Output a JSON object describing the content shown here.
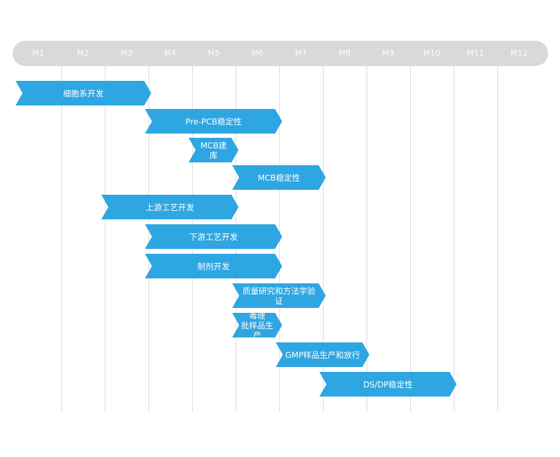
{
  "timeline": {
    "months": [
      "M1",
      "M2",
      "M3",
      "M4",
      "M5",
      "M6",
      "M7",
      "M8",
      "M9",
      "M10",
      "M11",
      "M12"
    ]
  },
  "tasks": [
    {
      "label": "细胞系开发",
      "start": 0,
      "end": 3
    },
    {
      "label": "Pre-PCB稳定性",
      "start": 3,
      "end": 6
    },
    {
      "label": "MCB建库",
      "start": 4,
      "end": 5
    },
    {
      "label": "MCB稳定性",
      "start": 5,
      "end": 7
    },
    {
      "label": "上游工艺开发",
      "start": 2,
      "end": 5
    },
    {
      "label": "下游工艺开发",
      "start": 3,
      "end": 6
    },
    {
      "label": "制剂开发",
      "start": 3,
      "end": 6
    },
    {
      "label": "质量研究和方法学验证",
      "start": 5,
      "end": 7
    },
    {
      "label": "毒理\n批样品生产",
      "start": 5,
      "end": 6
    },
    {
      "label": "GMP样品生产和放行",
      "start": 6,
      "end": 8
    },
    {
      "label": "DS/DP稳定性",
      "start": 7,
      "end": 10
    }
  ],
  "colors": {
    "bar": "#2ea6e2",
    "header": "#d9d9d9",
    "grid": "#dcdcdc"
  }
}
